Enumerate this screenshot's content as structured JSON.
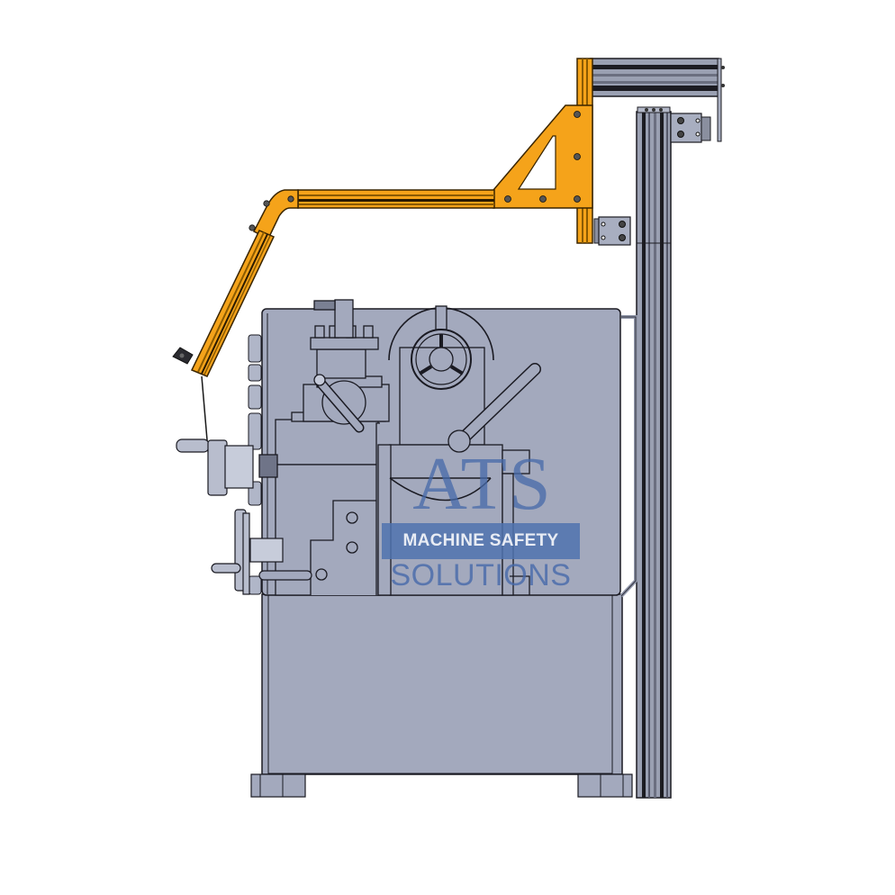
{
  "figure": {
    "type": "CAD side-elevation drawing",
    "subject": "Lathe with articulated safety guard arm mounted on aluminum extrusion column",
    "colors": {
      "background": "#ffffff",
      "machine_body": "#a3a9bd",
      "machine_edge": "#1a1a22",
      "guard_arm": "#f5a31a",
      "extrusion": "#9aa0b2",
      "extrusion_dark": "#1c1c22",
      "watermark_blue": "#4d6fae"
    }
  },
  "watermark": {
    "logo": "ATS",
    "band_text": "MACHINE SAFETY",
    "bottom_text": "SOLUTIONS"
  },
  "components": {
    "column": "vertical aluminum extrusion post",
    "top_beam": "horizontal aluminum extrusion",
    "gusset": "orange triangular gusset plate",
    "arm": "orange horizontal arm with elbow",
    "angled_arm": "orange angled arm extrusion",
    "shield_mount": "black shield clamp",
    "lathe_body": "lathe headstock, chuck and carriage",
    "lathe_base": "lathe cabinet base with feet"
  }
}
